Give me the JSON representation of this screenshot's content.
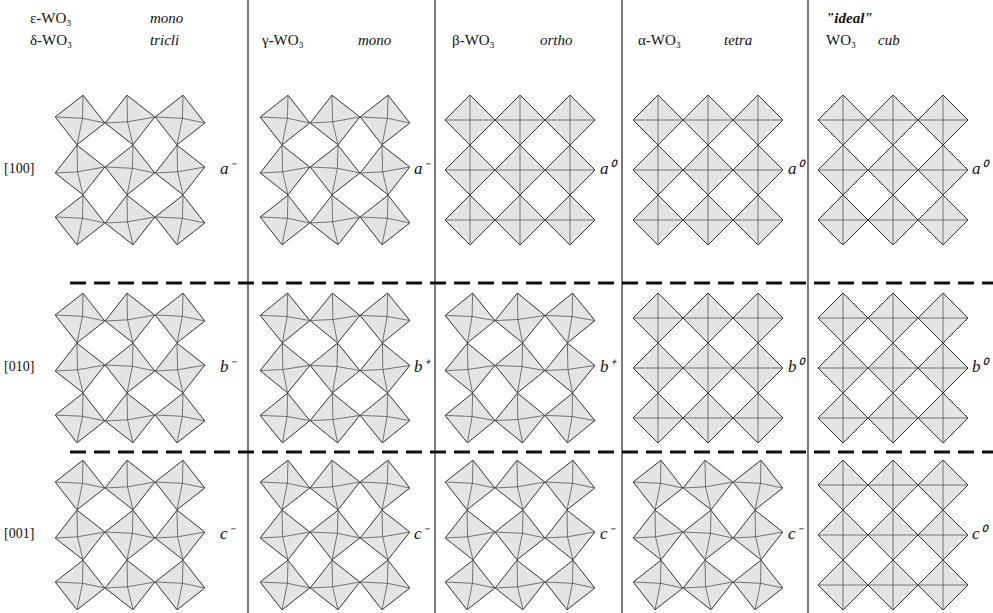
{
  "diagram": {
    "labels": [
      "ε-WO₃",
      "mono",
      "δ-WO₃",
      "tricli",
      "γ-WO₃",
      "mono",
      "β-WO₃",
      "ortho",
      "α-WO₃",
      "tetra",
      "\"ideal\"",
      "WO₃",
      "cub",
      "[100]",
      "a⁻",
      "a⁻",
      "a⁰",
      "a⁰",
      "a⁰",
      "[010]",
      "b⁻",
      "b⁺",
      "b⁺",
      "b⁰",
      "b⁰",
      "[001]",
      "c⁻",
      "c⁻",
      "c⁻",
      "c⁻",
      "c⁰"
    ]
  }
}
